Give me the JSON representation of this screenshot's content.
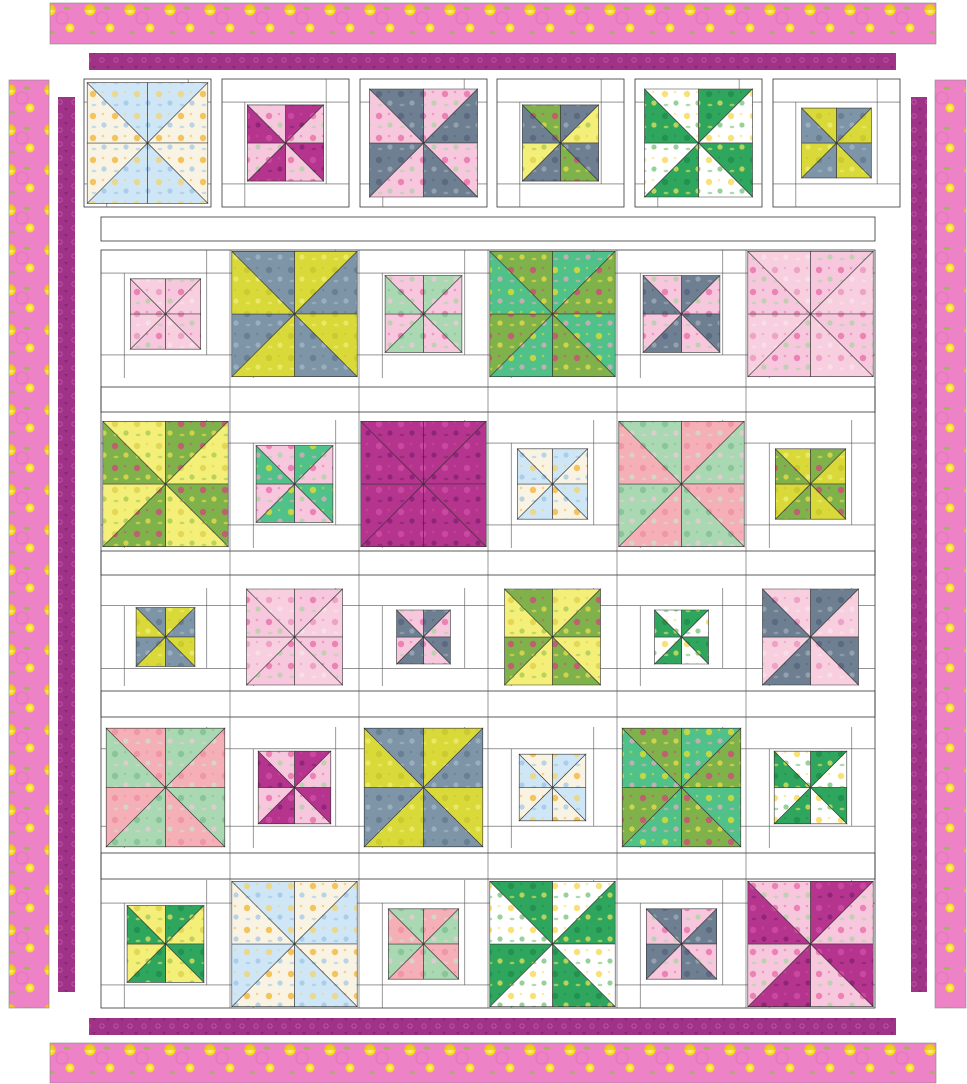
{
  "colors": {
    "background": "#ffffff",
    "outline": "#333333",
    "grid": "#555555",
    "pink_border": "#ee82c6",
    "pink_border_dark": "#e26fb5",
    "magenta_binding": "#a03387",
    "magenta_binding_dark": "#862a72",
    "lemon": "#f4df1f",
    "lemon_dark": "#e8b90d",
    "leaf": "#8fbf3f"
  },
  "fabrics": {
    "A": {
      "base": "#f9f3e3",
      "pattern": "floral-yellow-blue",
      "accent1": "#f3b230",
      "accent2": "#9ec6e8"
    },
    "B": {
      "base": "#f4ef78",
      "pattern": "floral-yellow",
      "accent1": "#ddd04a",
      "accent2": "#9ec74f"
    },
    "C": {
      "base": "#b5348e",
      "pattern": "magenta-print",
      "accent1": "#d14ea5",
      "accent2": "#7e2070"
    },
    "D": {
      "base": "#f6c7dd",
      "pattern": "pink-rose",
      "accent1": "#e86aa6",
      "accent2": "#a8d59e"
    },
    "E": {
      "base": "#6f7f92",
      "pattern": "slate-print",
      "accent1": "#54627a",
      "accent2": "#a3aebc"
    },
    "F": {
      "base": "#2fa65e",
      "pattern": "green-print",
      "accent1": "#1f8a4a",
      "accent2": "#f3e85a"
    },
    "G": {
      "base": "#d9d93a",
      "pattern": "lime-yellow",
      "accent1": "#c7c52c",
      "accent2": "#eef07a"
    },
    "H": {
      "base": "#7d95a7",
      "pattern": "blue-grey",
      "accent1": "#61798c",
      "accent2": "#a8bac9"
    },
    "I": {
      "base": "#f7cfdf",
      "pattern": "pale-pink",
      "accent1": "#ea92bd",
      "accent2": "#f9e4ee"
    },
    "J": {
      "base": "#a9d8b2",
      "pattern": "mint",
      "accent1": "#7fbf8e",
      "accent2": "#f5c7da"
    },
    "K": {
      "base": "#4fc189",
      "pattern": "green-lemon",
      "accent1": "#e8df2a",
      "accent2": "#f2a6c2"
    },
    "L": {
      "base": "#cfe6f7",
      "pattern": "light-blue",
      "accent1": "#f4d36c",
      "accent2": "#9cc3e2"
    },
    "M": {
      "base": "#f4b0b6",
      "pattern": "peach",
      "accent1": "#ee8fa0",
      "accent2": "#c9e4cf"
    },
    "N": {
      "base": "#7fb24a",
      "pattern": "olive-floral",
      "accent1": "#d3447c",
      "accent2": "#f3e24a"
    },
    "O": {
      "base": "#ffffff",
      "pattern": "white-floral",
      "accent1": "#f5d84a",
      "accent2": "#6bbd6e"
    }
  },
  "blocks": [
    {
      "fabrics": [
        "L",
        "A",
        "A",
        "L"
      ]
    },
    {
      "fabrics": [
        "C",
        "D",
        "C",
        "D"
      ]
    },
    {
      "fabrics": [
        "D",
        "E",
        "D",
        "E"
      ]
    },
    {
      "fabrics": [
        "E",
        "B",
        "E",
        "N"
      ]
    },
    {
      "fabrics": [
        "F",
        "O",
        "F",
        "O"
      ]
    },
    {
      "fabrics": [
        "H",
        "G",
        "H",
        "G"
      ]
    },
    {
      "fabrics": [
        "D",
        "I",
        "D",
        "I"
      ]
    },
    {
      "fabrics": [
        "G",
        "H",
        "G",
        "H"
      ]
    },
    {
      "fabrics": [
        "J",
        "D",
        "J",
        "D"
      ]
    },
    {
      "fabrics": [
        "K",
        "N",
        "K",
        "N"
      ]
    },
    {
      "fabrics": [
        "E",
        "D",
        "E",
        "D"
      ]
    },
    {
      "fabrics": [
        "D",
        "I",
        "D",
        "I"
      ]
    },
    {
      "fabrics": [
        "N",
        "B",
        "N",
        "B"
      ]
    },
    {
      "fabrics": [
        "K",
        "D",
        "K",
        "D"
      ]
    },
    {
      "fabrics": [
        "C",
        "C",
        "C",
        "C"
      ]
    },
    {
      "fabrics": [
        "L",
        "A",
        "L",
        "A"
      ]
    },
    {
      "fabrics": [
        "M",
        "J",
        "M",
        "J"
      ]
    },
    {
      "fabrics": [
        "N",
        "G",
        "N",
        "G"
      ]
    },
    {
      "fabrics": [
        "G",
        "H",
        "G",
        "H"
      ]
    },
    {
      "fabrics": [
        "D",
        "I",
        "D",
        "I"
      ]
    },
    {
      "fabrics": [
        "E",
        "D",
        "E",
        "D"
      ]
    },
    {
      "fabrics": [
        "B",
        "N",
        "B",
        "N"
      ]
    },
    {
      "fabrics": [
        "F",
        "O",
        "F",
        "O"
      ]
    },
    {
      "fabrics": [
        "E",
        "I",
        "E",
        "I"
      ]
    },
    {
      "fabrics": [
        "J",
        "M",
        "J",
        "M"
      ]
    },
    {
      "fabrics": [
        "C",
        "D",
        "C",
        "D"
      ]
    },
    {
      "fabrics": [
        "G",
        "H",
        "G",
        "H"
      ]
    },
    {
      "fabrics": [
        "L",
        "A",
        "L",
        "A"
      ]
    },
    {
      "fabrics": [
        "K",
        "N",
        "K",
        "N"
      ]
    },
    {
      "fabrics": [
        "F",
        "O",
        "F",
        "O"
      ]
    },
    {
      "fabrics": [
        "F",
        "B",
        "F",
        "B"
      ]
    },
    {
      "fabrics": [
        "A",
        "L",
        "A",
        "L"
      ]
    },
    {
      "fabrics": [
        "M",
        "J",
        "M",
        "J"
      ]
    },
    {
      "fabrics": [
        "O",
        "F",
        "O",
        "F"
      ]
    },
    {
      "fabrics": [
        "D",
        "E",
        "D",
        "E"
      ]
    },
    {
      "fabrics": [
        "C",
        "D",
        "C",
        "D"
      ]
    }
  ]
}
